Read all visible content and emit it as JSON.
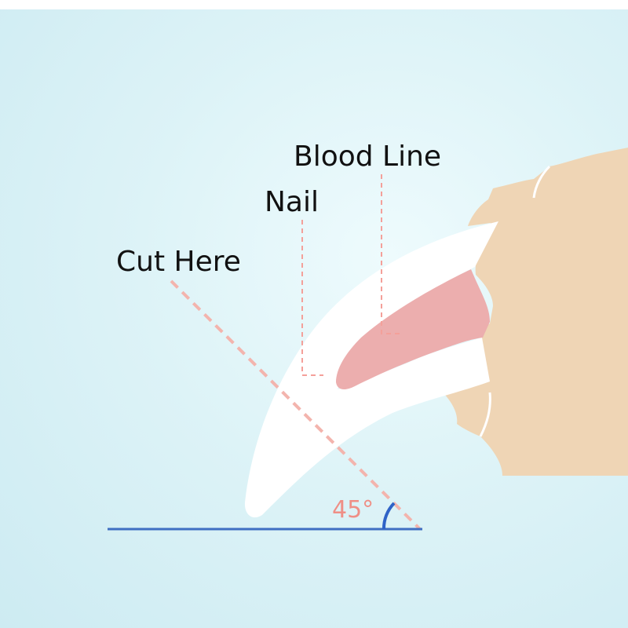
{
  "labels": {
    "blood_line": "Blood Line",
    "nail": "Nail",
    "cut_here": "Cut Here",
    "angle": "45°"
  },
  "colors": {
    "background": "#d9f1f6",
    "paw": "#efd5b5",
    "paw_outline": "#ffffff",
    "nail": "#ffffff",
    "quick": "#ecaeae",
    "guide_dash": "#f4a09a",
    "cut_dash": "#f3b4ad",
    "baseline": "#3f6fc2",
    "angle_arc": "#2f63c7",
    "angle_text": "#ef8f86"
  }
}
